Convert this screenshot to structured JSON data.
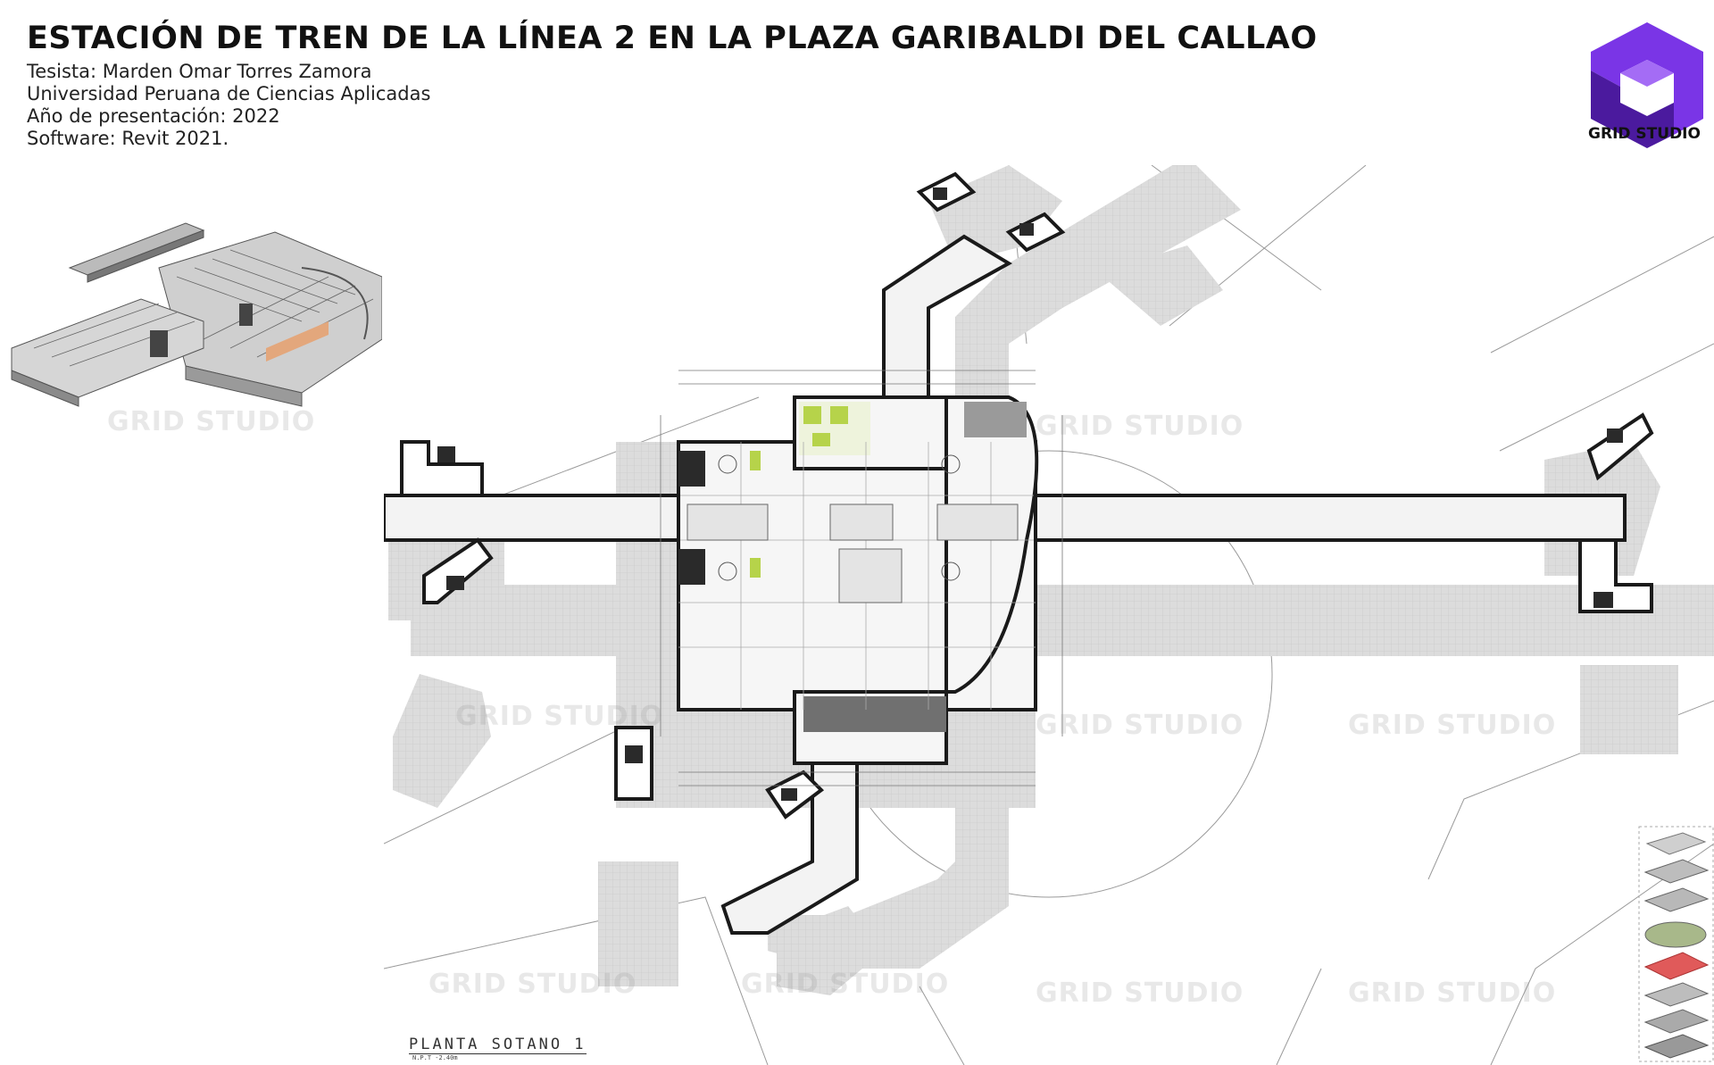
{
  "header": {
    "title": "ESTACIÓN DE TREN DE LA LÍNEA 2 EN LA PLAZA GARIBALDI DEL CALLAO",
    "thesis_author": "Tesista: Marden Omar Torres Zamora",
    "university": "Universidad Peruana de Ciencias Aplicadas",
    "year": "Año de presentación: 2022",
    "software": "Software: Revit 2021."
  },
  "logo": {
    "label": "GRID STUDIO",
    "icon": "grid-studio-cube-icon",
    "color_dark": "#4b1a9e",
    "color_light": "#7a35e6"
  },
  "watermark": "GRID STUDIO",
  "plan": {
    "label": "PLANTA SOTANO 1",
    "sublabel": "N.P.T -2.40m"
  },
  "colors": {
    "hatch": "#d9d9d9",
    "walls": "#1a1a1a",
    "green": "#b6d34a",
    "highlight": "#e05a5a"
  }
}
